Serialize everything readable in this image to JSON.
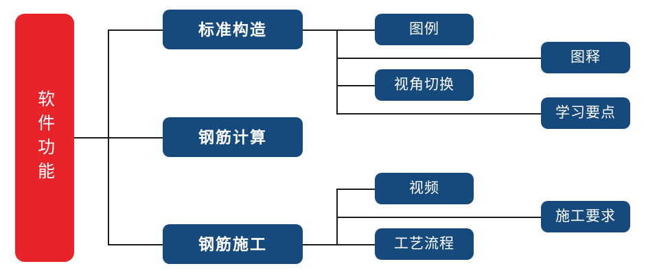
{
  "diagram": {
    "type": "tree-mindmap",
    "title_node": {
      "label": "软件功能",
      "color": "#e8232a"
    },
    "branch_color": "#174a7c",
    "line_color": "#1a1a1a",
    "branches": [
      {
        "label": "标准构造",
        "children": [
          {
            "label": "图例"
          },
          {
            "label": "图释"
          },
          {
            "label": "视角切换"
          },
          {
            "label": "学习要点"
          }
        ]
      },
      {
        "label": "钢筋计算",
        "children": []
      },
      {
        "label": "钢筋施工",
        "children": [
          {
            "label": "视频"
          },
          {
            "label": "施工要求"
          },
          {
            "label": "工艺流程"
          }
        ]
      }
    ]
  }
}
